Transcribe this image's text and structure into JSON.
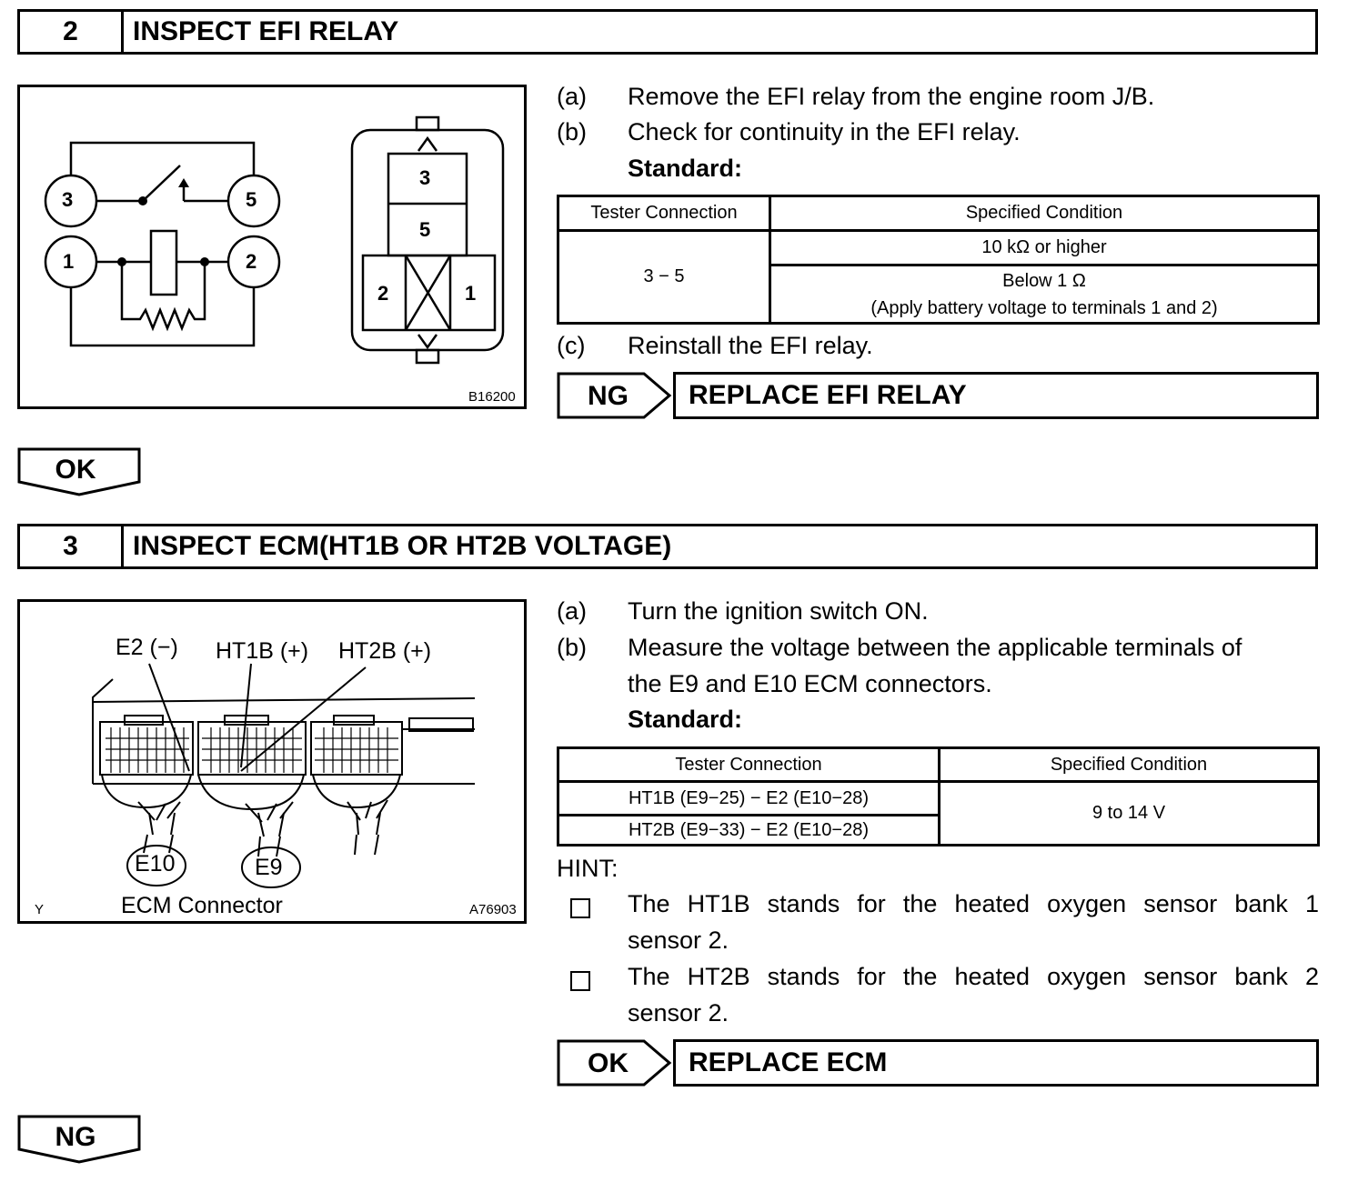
{
  "step2": {
    "number": "2",
    "title": "INSPECT EFI RELAY",
    "figure": {
      "terminals": [
        "3",
        "5",
        "1",
        "2"
      ],
      "connector_pins": [
        "3",
        "5",
        "2",
        "1"
      ],
      "code": "B16200"
    },
    "instructions": [
      {
        "label": "(a)",
        "text": "Remove the EFI relay from the engine room J/B."
      },
      {
        "label": "(b)",
        "text": "Check for continuity in the EFI relay."
      }
    ],
    "standard_label": "Standard:",
    "table": {
      "headers": [
        "Tester Connection",
        "Specified Condition"
      ],
      "connection": "3 − 5",
      "condition_1": "10 kΩ or higher",
      "condition_2_line1": "Below 1 Ω",
      "condition_2_line2": "(Apply battery voltage to terminals 1 and 2)"
    },
    "instruction_c": {
      "label": "(c)",
      "text": "Reinstall the EFI relay."
    },
    "result": {
      "tag": "NG",
      "action": "REPLACE EFI RELAY"
    },
    "flow": "OK"
  },
  "step3": {
    "number": "3",
    "title": "INSPECT ECM(HT1B OR HT2B VOLTAGE)",
    "figure": {
      "labels": [
        "E2 (−)",
        "HT1B (+)",
        "HT2B (+)"
      ],
      "connectors": [
        "E10",
        "E9"
      ],
      "caption": "ECM Connector",
      "corner": "Y",
      "code": "A76903"
    },
    "instructions": [
      {
        "label": "(a)",
        "text": "Turn the ignition switch ON."
      },
      {
        "label": "(b)",
        "text_line1": "Measure the voltage between the applicable terminals of",
        "text_line2": "the E9 and E10 ECM connectors."
      }
    ],
    "standard_label": "Standard:",
    "table": {
      "headers": [
        "Tester Connection",
        "Specified Condition"
      ],
      "rows": [
        "HT1B (E9−25) − E2 (E10−28)",
        "HT2B (E9−33) − E2 (E10−28)"
      ],
      "condition": "9 to 14 V"
    },
    "hint_label": "HINT:",
    "hints": [
      {
        "line1": "The HT1B stands for the heated oxygen sensor bank 1",
        "line2": "sensor 2."
      },
      {
        "line1": "The HT2B stands for the heated oxygen sensor bank 2",
        "line2": "sensor 2."
      }
    ],
    "result": {
      "tag": "OK",
      "action": "REPLACE ECM"
    },
    "flow": "NG"
  }
}
